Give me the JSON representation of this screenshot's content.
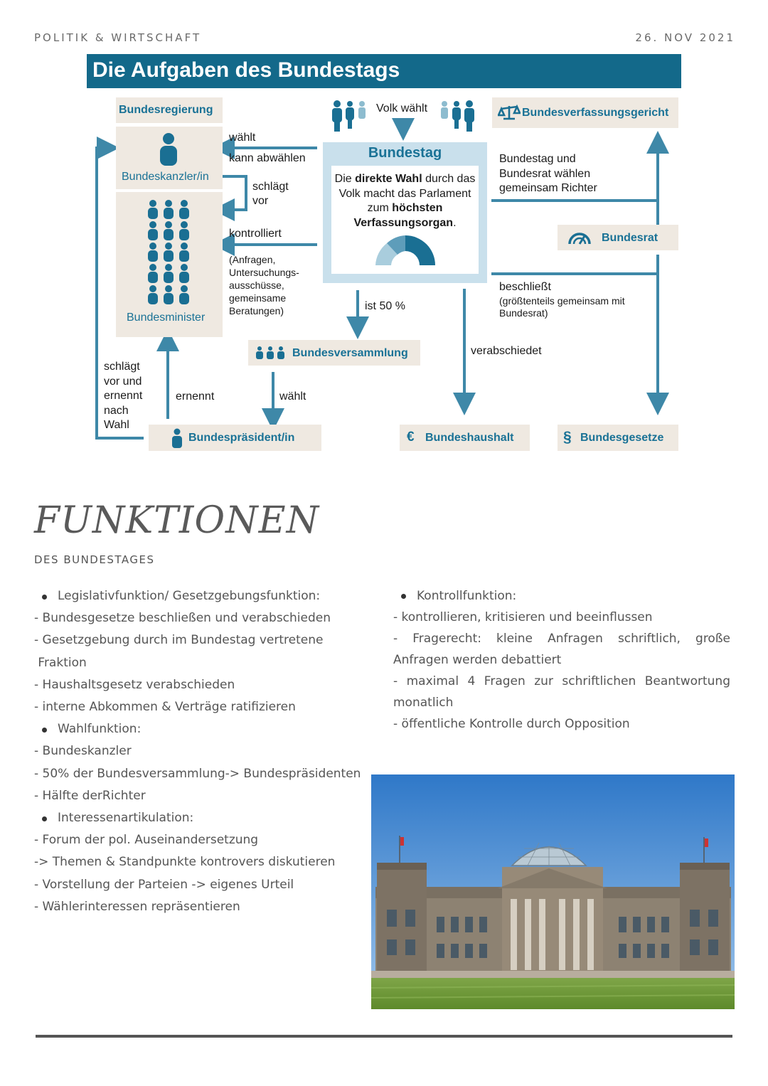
{
  "header": {
    "subject": "POLITIK & WIRTSCHAFT",
    "date": "26. NOV 2021"
  },
  "diagram": {
    "title": "Die Aufgaben des Bundestags",
    "bundesregierung": "Bundesregierung",
    "bundeskanzler": "Bundeskanzler/in",
    "bundesminister": "Bundesminister",
    "volk_waehlt": "Volk wählt",
    "bundestag": "Bundestag",
    "bundestag_desc": {
      "p1": "Die ",
      "b1": "direkte Wahl",
      "p2": " durch das Volk macht das Parlament zum ",
      "b2": "höchsten Verfassungsorgan",
      "p3": "."
    },
    "bverfg": "Bundesverfassungsgericht",
    "richter_text": "Bundestag und Bundesrat wählen gemeinsam Richter",
    "bundesrat": "Bundesrat",
    "waehlt": "wählt",
    "kann_abwaehlen": "kann abwählen",
    "schlaegt_vor": "schlägt vor",
    "kontrolliert": "kontrolliert",
    "kontrolliert_detail": "(Anfragen, Untersuchungs-ausschüsse, gemeinsame Beratungen)",
    "ist_50": "ist 50 %",
    "beschliesst": "beschließt",
    "beschliesst_detail": "(größtenteils gemeinsam mit Bundesrat)",
    "bundesversammlung": "Bundesversammlung",
    "verabschiedet": "verabschiedet",
    "schlaegt_vor_ernennt": "schlägt vor und ernennt nach Wahl",
    "ernennt": "ernennt",
    "waehlt2": "wählt",
    "bundespraesident": "Bundespräsident/in",
    "bundeshaushalt": "Bundeshaushalt",
    "bundesgesetze": "Bundesgesetze",
    "euro_symbol": "€",
    "paragraph_symbol": "§",
    "colors": {
      "title_bg": "#13698a",
      "accent": "#1a7296",
      "arrow": "#3e88a8",
      "box": "#efe9e1",
      "bundestag_bg": "#c9e0ec"
    }
  },
  "section": {
    "title": "FUNKTIONEN",
    "subtitle": "DES BUNDESTAGES"
  },
  "left_col": {
    "b1": "Legislativfunktion/ Gesetzgebungsfunktion:",
    "l1": "- Bundesgesetze beschließen und verabschieden",
    "l2": "- Gesetzgebung durch im Bundestag vertretene",
    "l3": " Fraktion",
    "l4": "- Haushaltsgesetz verabschieden",
    "l5": "- interne Abkommen & Verträge ratifizieren",
    "b2": "Wahlfunktion:",
    "l6": "- Bundeskanzler",
    "l7": "- 50% der Bundesversammlung-> Bundespräsidenten",
    "l8": "- Hälfte derRichter",
    "b3": "Interessenartikulation:",
    "l9": "- Forum der pol. Auseinandersetzung",
    "l10": "-> Themen & Standpunkte kontrovers diskutieren",
    "l11": "- Vorstellung der Parteien -> eigenes Urteil",
    "l12": "- Wählerinteressen repräsentieren"
  },
  "right_col": {
    "b1": "Kontrollfunktion:",
    "l1": "- kontrollieren, kritisieren und beeinflussen",
    "l2": "- Fragerecht: kleine Anfragen schriftlich, große Anfragen werden debattiert",
    "l3": "- maximal 4 Fragen zur schriftlichen Beantwortung monatlich",
    "l4": "- öffentliche Kontrolle durch Opposition"
  }
}
